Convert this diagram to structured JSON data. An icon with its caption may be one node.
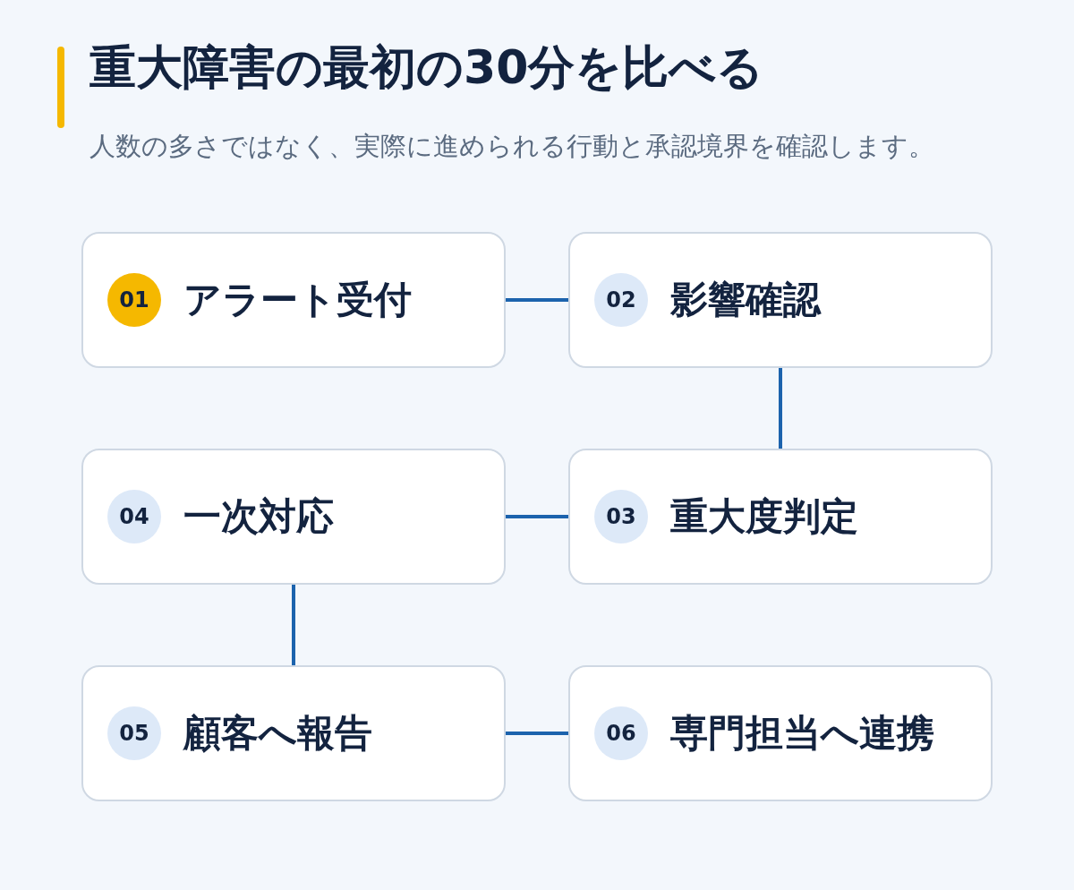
{
  "diagram": {
    "title": "重大障害の最初の30分を比べる",
    "nodes": [
      {
        "text": [
          "アラート受付"
        ]
      },
      {
        "text": [
          "01"
        ],
        "in": 0
      },
      {
        "text": [
          "影響確認"
        ]
      },
      {
        "text": [
          "02"
        ],
        "in": 2
      },
      {
        "text": [
          "重大度判定"
        ]
      },
      {
        "text": [
          "03"
        ],
        "in": 4
      },
      {
        "text": [
          "一次対応"
        ]
      },
      {
        "text": [
          "04"
        ],
        "in": 6
      },
      {
        "text": [
          "顧客へ報告"
        ]
      },
      {
        "text": [
          "05"
        ],
        "in": 8
      },
      {
        "text": [
          "専門担当へ連携"
        ]
      },
      {
        "text": [
          "06"
        ],
        "in": 10
      }
    ],
    "edges": [
      {
        "from": 0,
        "to": 2,
        "arrow": "none"
      },
      {
        "from": 2,
        "to": 4,
        "arrow": "none"
      },
      {
        "from": 4,
        "to": 6,
        "arrow": "none"
      },
      {
        "from": 6,
        "to": 8,
        "arrow": "none"
      },
      {
        "from": 8,
        "to": 10,
        "arrow": "none"
      }
    ],
    "labels": [
      "人数の多さではなく、実際に進められる行動と承認境界を確認します。"
    ]
  }
}
